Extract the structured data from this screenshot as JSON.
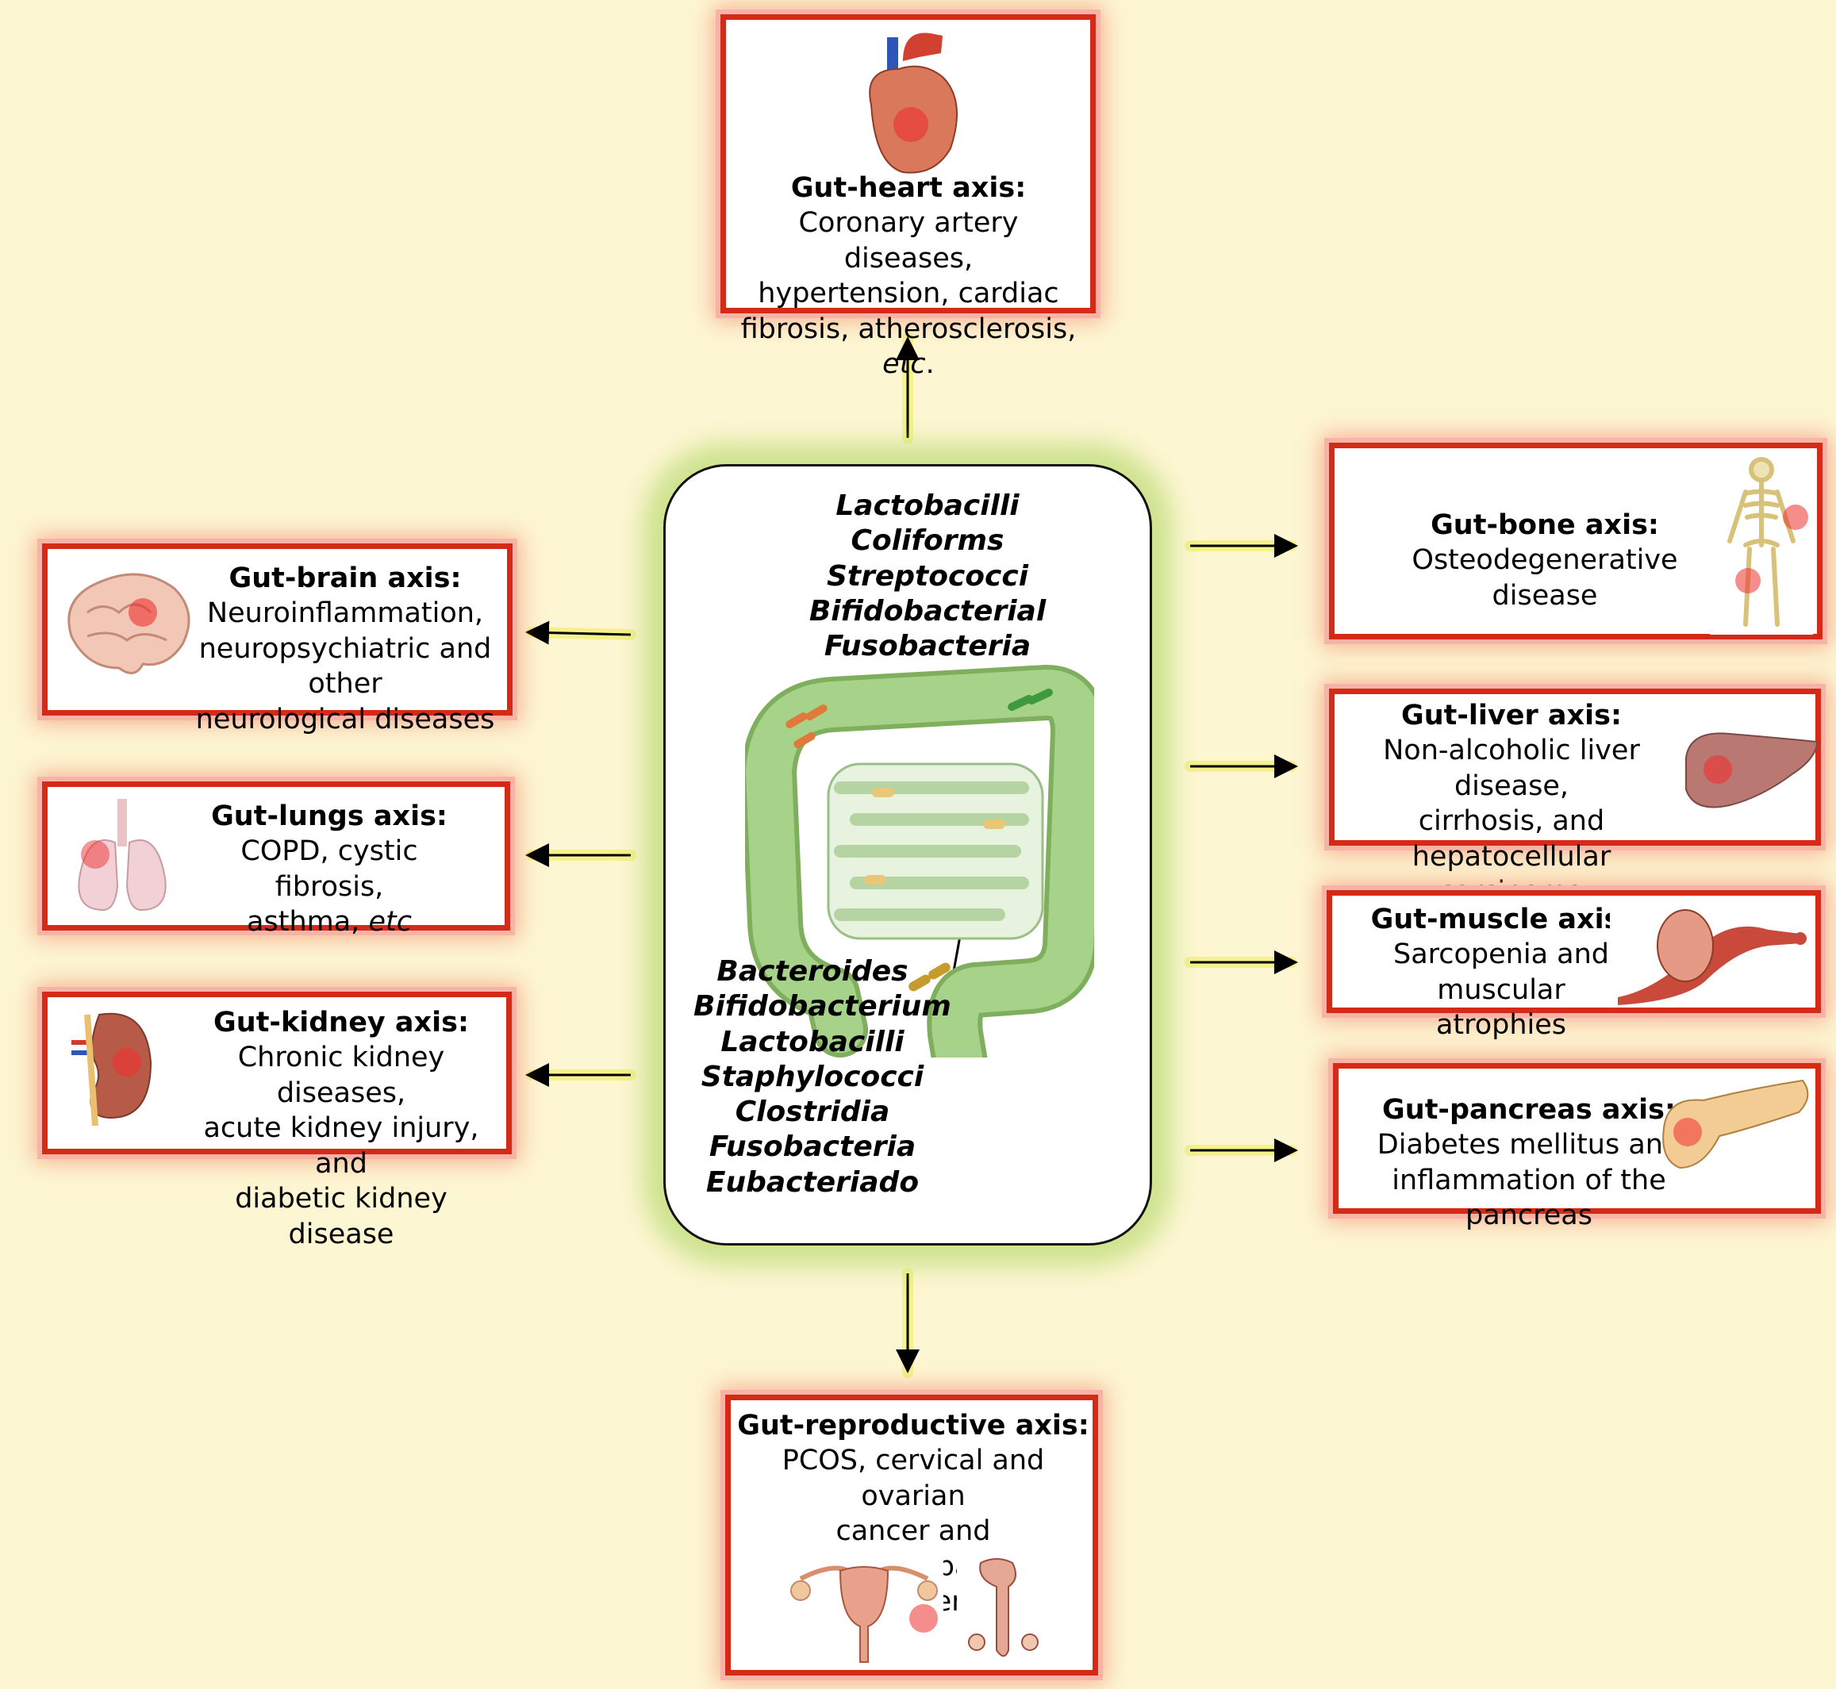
{
  "center": {
    "upper_bacteria": [
      "Lactobacilli",
      "Coliforms",
      "Streptococci",
      "Bifidobacterial",
      "Fusobacteria"
    ],
    "lower_bacteria": [
      "Bacteroides",
      "Bifidobacterium",
      "Lactobacilli",
      "Staphylococci",
      "Clostridia",
      "Fusobacteria",
      "Eubacteriado"
    ]
  },
  "axes": {
    "heart": {
      "title": "Gut-heart axis:",
      "lines": [
        "Coronary artery diseases,",
        "hypertension, cardiac",
        "fibrosis, atherosclerosis, "
      ],
      "etc": "etc",
      "tail": "."
    },
    "brain": {
      "title": "Gut-brain axis:",
      "lines": [
        "Neuroinflammation,",
        "neuropsychiatric and other",
        "neurological diseases"
      ]
    },
    "lungs": {
      "title": "Gut-lungs axis:",
      "lines": [
        "COPD, cystic fibrosis,",
        "asthma, "
      ],
      "etc": "etc"
    },
    "kidney": {
      "title": "Gut-kidney axis:",
      "lines": [
        "Chronic kidney diseases,",
        "acute kidney injury, and",
        "diabetic kidney disease"
      ]
    },
    "bone": {
      "title": "Gut-bone axis:",
      "lines": [
        "Osteodegenerative disease"
      ]
    },
    "liver": {
      "title": "Gut-liver axis:",
      "lines": [
        "Non-alcoholic liver disease,",
        "cirrhosis, and hepatocellular",
        "carcinoma"
      ]
    },
    "muscle": {
      "title": "Gut-muscle axis:",
      "lines": [
        "Sarcopenia and muscular",
        "atrophies"
      ]
    },
    "pancreas": {
      "title": "Gut-pancreas axis:",
      "lines": [
        "Diabetes mellitus and",
        "inflammation of the pancreas"
      ]
    },
    "reproductive": {
      "title": "Gut-reproductive axis:",
      "lines": [
        "PCOS, cervical and ovarian",
        "cancer and postmenopausal",
        "disorders"
      ]
    }
  },
  "colors": {
    "box_border": "#d62a18",
    "box_glow": "#f6b3a6",
    "background": "#fdf6d2",
    "gut_green": "#9ccb7c",
    "arrow_glow": "#f7f58a"
  }
}
